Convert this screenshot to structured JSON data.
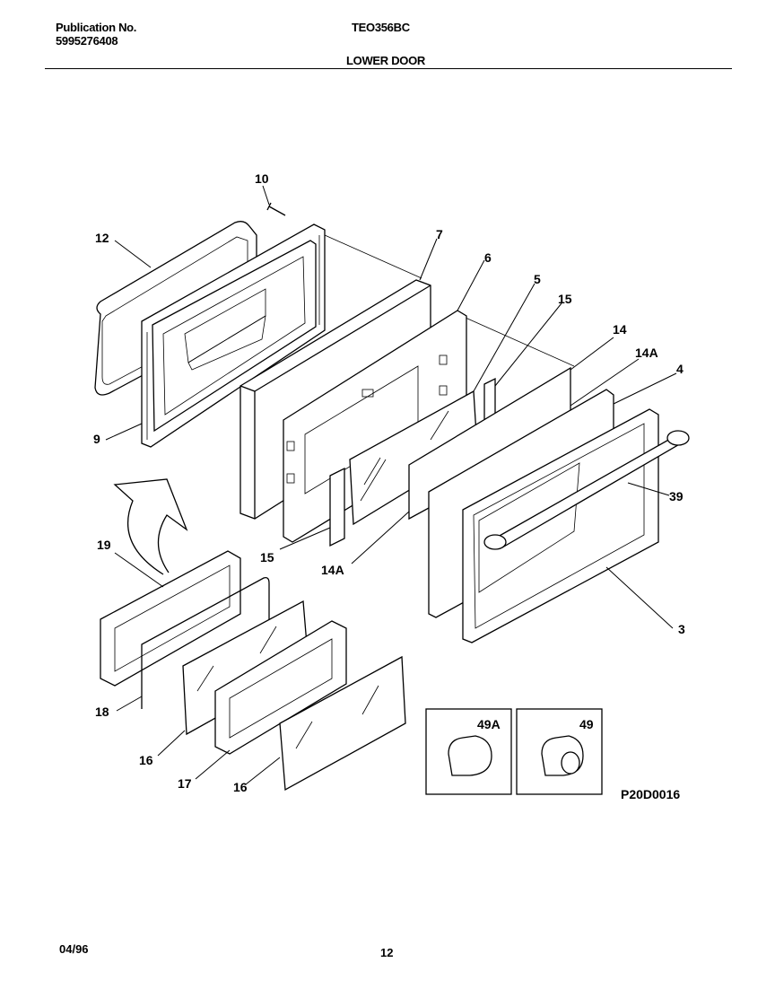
{
  "header": {
    "publication_label": "Publication No.",
    "publication_number": "5995276408",
    "model": "TEO356BC",
    "section_title": "LOWER DOOR"
  },
  "diagram": {
    "part_labels": {
      "p10": "10",
      "p12": "12",
      "p7": "7",
      "p6": "6",
      "p5": "5",
      "p15a": "15",
      "p14": "14",
      "p14a_right": "14A",
      "p4": "4",
      "p9": "9",
      "p39": "39",
      "p15b": "15",
      "p14a_left": "14A",
      "p19": "19",
      "p3": "3",
      "p18": "18",
      "p16a": "16",
      "p17": "17",
      "p16b": "16",
      "inset_49a": "49A",
      "inset_49": "49"
    },
    "drawing_code": "P20D0016"
  },
  "footer": {
    "date": "04/96",
    "page_number": "12"
  }
}
